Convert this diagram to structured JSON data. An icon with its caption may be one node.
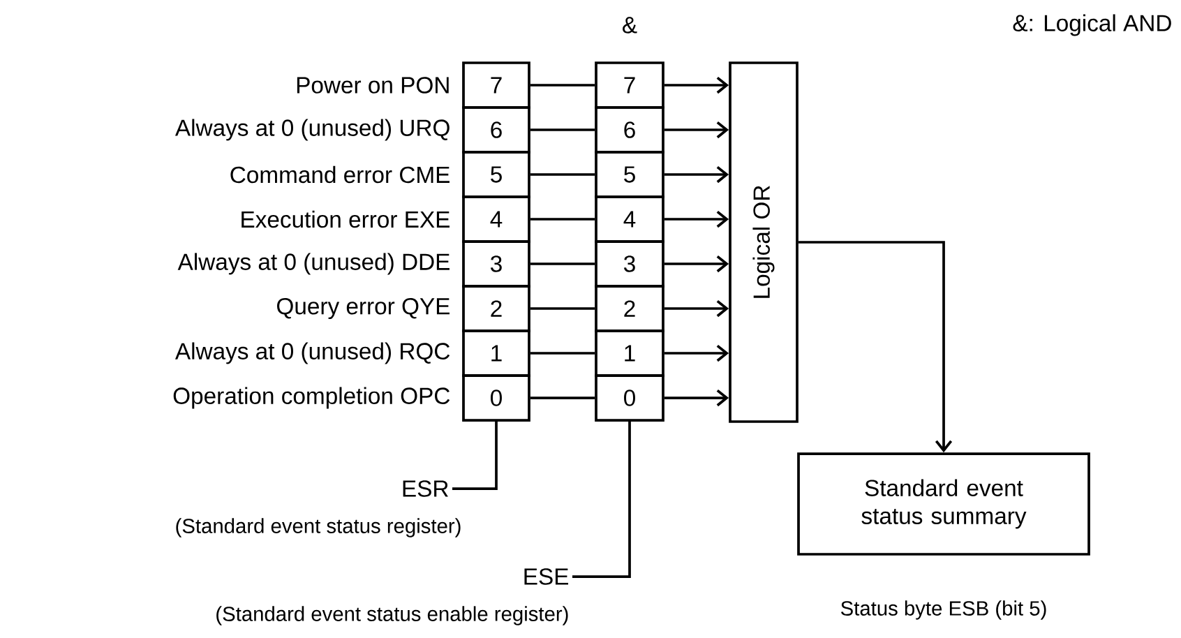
{
  "diagram": {
    "nodes": [
      {
        "text": [
          "7"
        ],
        "beside": [
          "Power on PON"
        ]
      },
      {
        "text": [
          "6"
        ],
        "beside": [
          "Always at 0 (unused) URQ"
        ]
      },
      {
        "text": [
          "5"
        ],
        "beside": [
          "Command error CME"
        ]
      },
      {
        "text": [
          "4"
        ],
        "beside": [
          "Execution error EXE"
        ]
      },
      {
        "text": [
          "3"
        ],
        "beside": [
          "Always at 0 (unused) DDE"
        ]
      },
      {
        "text": [
          "2"
        ],
        "beside": [
          "Query error QYE"
        ]
      },
      {
        "text": [
          "1"
        ],
        "beside": [
          "Always at 0 (unused) RQC"
        ]
      },
      {
        "text": [
          "0"
        ],
        "beside": [
          "Operation completion OPC"
        ]
      },
      {
        "text": [
          "7"
        ]
      },
      {
        "text": [
          "6"
        ]
      },
      {
        "text": [
          "5"
        ]
      },
      {
        "text": [
          "4"
        ]
      },
      {
        "text": [
          "3"
        ]
      },
      {
        "text": [
          "2"
        ]
      },
      {
        "text": [
          "1"
        ]
      },
      {
        "text": [
          "0"
        ]
      },
      {
        "text": [
          "Logical OR"
        ]
      },
      {
        "text": [
          "Standard event status summary"
        ],
        "beside": [
          "Status byte ESB (bit 5)"
        ]
      },
      {
        "text": [
          "ESR"
        ],
        "beside": [
          "(Standard event status register)"
        ]
      },
      {
        "text": [
          "ESE"
        ],
        "beside": [
          "(Standard event status enable register)"
        ]
      }
    ],
    "edges": [
      {
        "from": 0,
        "to": 8,
        "arrow": "none"
      },
      {
        "from": 1,
        "to": 9,
        "arrow": "none"
      },
      {
        "from": 2,
        "to": 10,
        "arrow": "none"
      },
      {
        "from": 3,
        "to": 11,
        "arrow": "none"
      },
      {
        "from": 4,
        "to": 12,
        "arrow": "none"
      },
      {
        "from": 5,
        "to": 13,
        "arrow": "none"
      },
      {
        "from": 6,
        "to": 14,
        "arrow": "none"
      },
      {
        "from": 7,
        "to": 15,
        "arrow": "none"
      },
      {
        "from": 8,
        "to": 16,
        "arrow": "to"
      },
      {
        "from": 9,
        "to": 16,
        "arrow": "to"
      },
      {
        "from": 10,
        "to": 16,
        "arrow": "to"
      },
      {
        "from": 11,
        "to": 16,
        "arrow": "to"
      },
      {
        "from": 12,
        "to": 16,
        "arrow": "to"
      },
      {
        "from": 13,
        "to": 16,
        "arrow": "to"
      },
      {
        "from": 14,
        "to": 16,
        "arrow": "to"
      },
      {
        "from": 15,
        "to": 16,
        "arrow": "to"
      },
      {
        "from": 16,
        "to": 17,
        "arrow": "to"
      },
      {
        "from": 18,
        "to": 7,
        "arrow": "none"
      },
      {
        "from": 19,
        "to": 15,
        "arrow": "none"
      }
    ],
    "labels": [
      "&",
      "&: Logical AND"
    ]
  }
}
